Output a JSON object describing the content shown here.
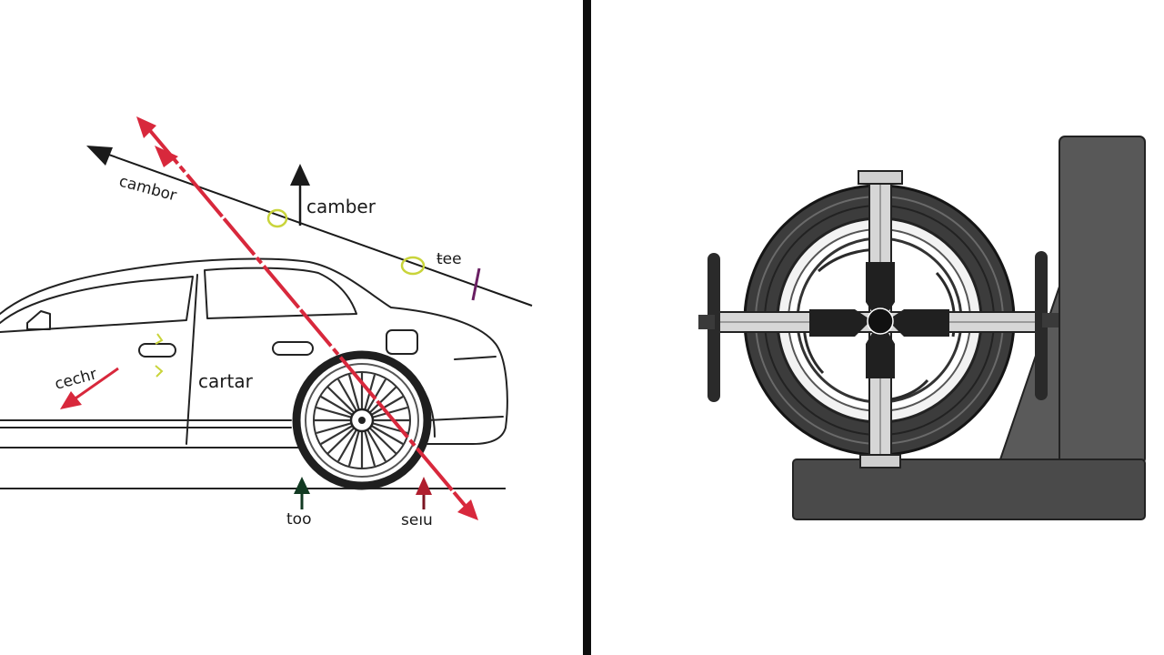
{
  "left_panel": {
    "labels": {
      "cambor": "cambor",
      "camber": "camber",
      "tee": "ŧee",
      "cechr": "cechr",
      "cartar": "cartar",
      "too": "too",
      "seiu": "sеıu"
    }
  },
  "right_panel": {},
  "colors": {
    "red_arrow": "#d8283c",
    "black": "#1a1a1a",
    "dark_green": "#123a22",
    "marker_yellow": "#c9d43a",
    "marker_purple": "#6a1f63",
    "clamp_bar": "#9a9a9a",
    "wall": "#585858",
    "base": "#4a4a4a"
  }
}
